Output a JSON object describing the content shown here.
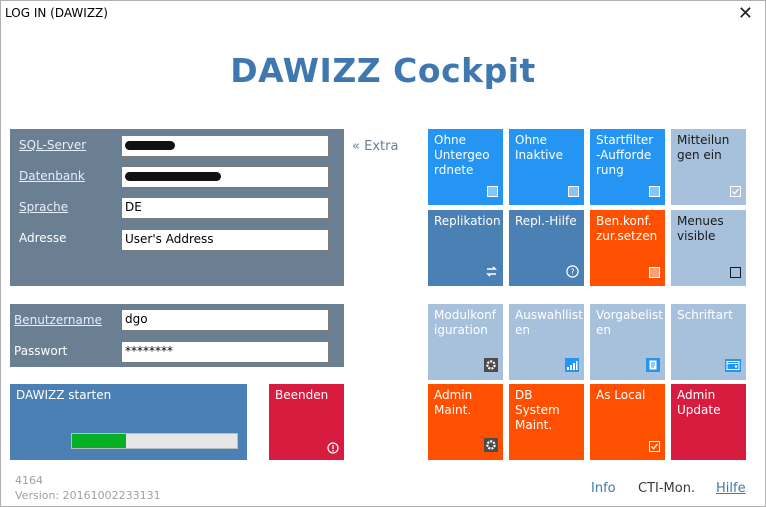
{
  "window": {
    "title": "LOG IN (DAWIZZ)",
    "close_glyph": "✕"
  },
  "app_title": "DAWIZZ Cockpit",
  "connection": {
    "sql_server": {
      "label": "SQL-Server",
      "value": ""
    },
    "database": {
      "label": "Datenbank",
      "value": ""
    },
    "language": {
      "label": "Sprache",
      "value": "DE"
    },
    "address": {
      "label": "Adresse",
      "value": "User's Address"
    }
  },
  "extra": {
    "label": "Extra",
    "glyph": "«"
  },
  "login": {
    "username": {
      "label": "Benutzername",
      "value": "dgo"
    },
    "password": {
      "label": "Passwort",
      "value": "********"
    }
  },
  "start": {
    "label": "DAWIZZ starten",
    "progress": 0.33,
    "progress_color": "#06b025"
  },
  "quit": {
    "label": "Beenden",
    "icon": "alert-circle-icon"
  },
  "tiles": [
    {
      "label": "Ohne\nUntergeo\nrdnete",
      "color": "#2495f2",
      "icon": "checkbox-icon"
    },
    {
      "label": "Ohne\nInaktive",
      "color": "#2495f2",
      "icon": "checkbox-icon"
    },
    {
      "label": "Startfilter\n-Aufforde\nrung",
      "color": "#2495f2",
      "icon": "checkbox-icon"
    },
    {
      "label": "Mitteilun\ngen ein",
      "color": "#a7c0dc",
      "icon": "check-icon"
    },
    {
      "label": "Replikation",
      "color": "#4a80b4",
      "icon": "sync-arrows-icon"
    },
    {
      "label": "Repl.-Hilfe",
      "color": "#4a80b4",
      "icon": "help-circle-icon"
    },
    {
      "label": "Ben.konf.\nzur.setzen",
      "color": "#fe5000",
      "icon": "checkbox-icon"
    },
    {
      "label": "Menues\nvisible",
      "color": "#a7c0dc",
      "icon": "checkbox-empty-icon"
    },
    {
      "label": "Modulkonf\niguration",
      "color": "#a7c0dc",
      "icon": "gear-icon"
    },
    {
      "label": "Auswahllist\nen",
      "color": "#a7c0dc",
      "icon": "signal-bars-icon"
    },
    {
      "label": "Vorgabelist\nen",
      "color": "#a7c0dc",
      "icon": "document-icon"
    },
    {
      "label": "Schriftart",
      "color": "#a7c0dc",
      "icon": "window-icon"
    },
    {
      "label": "Admin\nMaint.",
      "color": "#fe5000",
      "icon": "gear-icon"
    },
    {
      "label": "DB System\nMaint.",
      "color": "#fe5000",
      "icon": ""
    },
    {
      "label": "As Local",
      "color": "#fe5000",
      "icon": "check-icon"
    },
    {
      "label": "Admin\nUpdate",
      "color": "#d81c3f",
      "icon": ""
    }
  ],
  "footer": {
    "code": "4164",
    "version": "Version: 20161002233131",
    "info": "Info",
    "cti": "CTI-Mon.",
    "help": "Hilfe"
  }
}
